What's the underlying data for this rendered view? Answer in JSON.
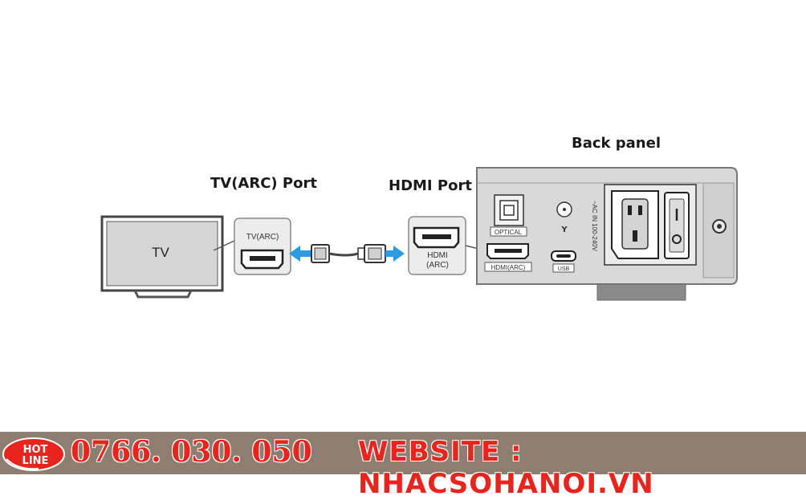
{
  "diagram": {
    "tv_label": "TV",
    "tv_arc_port_title": "TV(ARC) Port",
    "tv_arc_socket_label": "TV(ARC)",
    "hdmi_port_title": "HDMI Port",
    "hdmi_socket_label_line1": "HDMI",
    "hdmi_socket_label_line2": "(ARC)",
    "back_panel_title": "Back panel",
    "optical_label": "OPTICAL",
    "hdmi_arc_label": "HDMI(ARC)",
    "usb_label": "USB",
    "ac_in_label": "~AC IN 100-240V",
    "arrow_color": "#2a9be0"
  },
  "footer": {
    "hotline_badge_top": "HOT",
    "hotline_badge_bottom": "LINE",
    "hotline_number": "0766. 030. 050",
    "website": "WEBSITE : NHACSOHANOI.VN",
    "accent_color": "#e8241c"
  }
}
